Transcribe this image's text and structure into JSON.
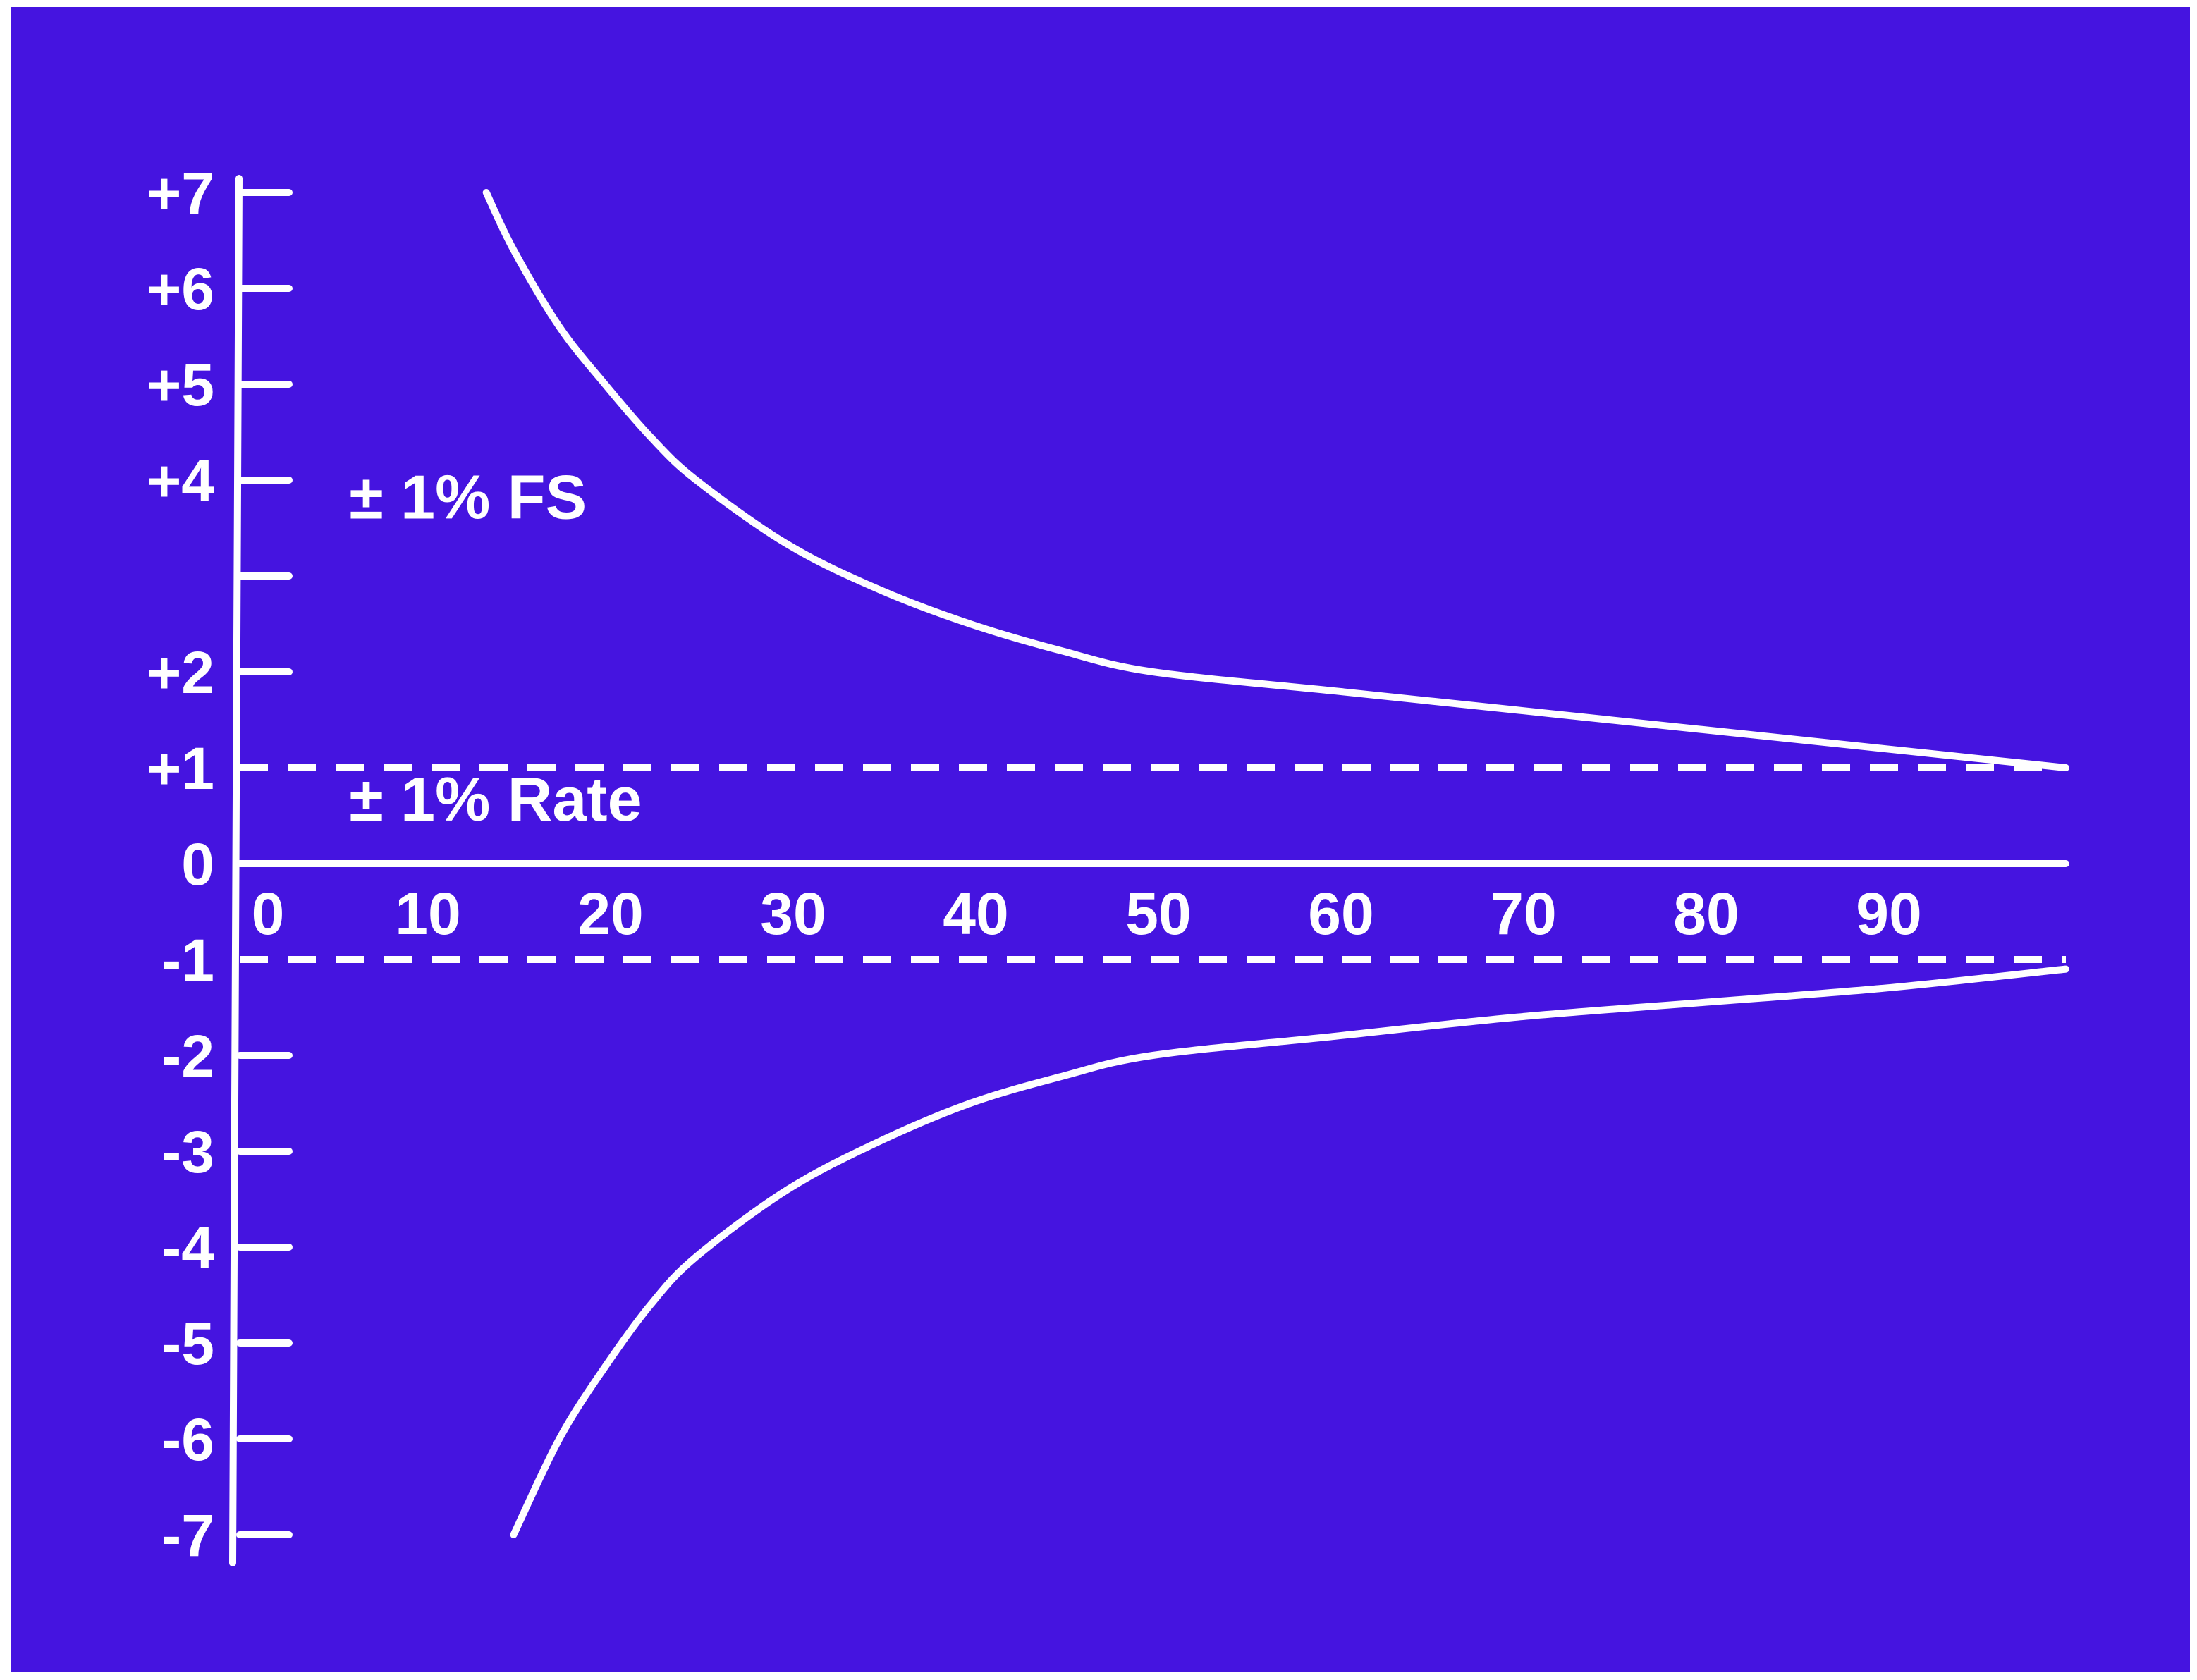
{
  "chart_data": {
    "type": "line",
    "title": "",
    "xlabel": "",
    "ylabel": "",
    "xlim": [
      0,
      100
    ],
    "ylim": [
      -7,
      7
    ],
    "x_ticks": [
      {
        "value": 0,
        "label": "0"
      },
      {
        "value": 10,
        "label": "10"
      },
      {
        "value": 20,
        "label": "20"
      },
      {
        "value": 30,
        "label": "30"
      },
      {
        "value": 40,
        "label": "40"
      },
      {
        "value": 50,
        "label": "50"
      },
      {
        "value": 60,
        "label": "60"
      },
      {
        "value": 70,
        "label": "70"
      },
      {
        "value": 80,
        "label": "80"
      },
      {
        "value": 90,
        "label": "90"
      }
    ],
    "y_ticks": [
      {
        "value": 7,
        "label": "+7"
      },
      {
        "value": 6,
        "label": "+6"
      },
      {
        "value": 5,
        "label": "+5"
      },
      {
        "value": 4,
        "label": "+4"
      },
      {
        "value": 3,
        "label": ""
      },
      {
        "value": 2,
        "label": "+2"
      },
      {
        "value": 1,
        "label": "+1"
      },
      {
        "value": 0,
        "label": "0"
      },
      {
        "value": -1,
        "label": "-1"
      },
      {
        "value": -2,
        "label": "-2"
      },
      {
        "value": -3,
        "label": "-3"
      },
      {
        "value": -4,
        "label": "-4"
      },
      {
        "value": -5,
        "label": "-5"
      },
      {
        "value": -6,
        "label": "-6"
      },
      {
        "value": -7,
        "label": "-7"
      }
    ],
    "series": [
      {
        "id": "fs-upper",
        "style": "solid",
        "x": [
          13.5,
          15,
          17.5,
          20,
          22.5,
          25,
          30,
          35,
          40,
          45,
          50,
          60,
          70,
          80,
          90,
          100
        ],
        "y": [
          7.0,
          6.4,
          5.6,
          5.0,
          4.45,
          4.0,
          3.33,
          2.86,
          2.5,
          2.22,
          2.0,
          1.8,
          1.6,
          1.4,
          1.2,
          1.0
        ]
      },
      {
        "id": "fs-lower",
        "style": "solid",
        "x": [
          15,
          17.5,
          20,
          22.5,
          25,
          30,
          35,
          40,
          45,
          50,
          60,
          70,
          80,
          90,
          100
        ],
        "y": [
          -7.0,
          -6.0,
          -5.25,
          -4.6,
          -4.1,
          -3.4,
          -2.9,
          -2.5,
          -2.22,
          -2.0,
          -1.8,
          -1.6,
          -1.45,
          -1.3,
          -1.1
        ]
      },
      {
        "id": "rate-upper",
        "style": "dashed",
        "x": [
          0,
          100
        ],
        "y": [
          1,
          1
        ]
      },
      {
        "id": "rate-lower",
        "style": "dashed",
        "x": [
          0,
          100
        ],
        "y": [
          -1,
          -1
        ]
      },
      {
        "id": "zero-line",
        "style": "solid",
        "x": [
          0,
          100
        ],
        "y": [
          0,
          0
        ]
      }
    ],
    "annotations": [
      {
        "text": "± 1% FS",
        "x": 6,
        "y": 3.6
      },
      {
        "text": "± 1% Rate",
        "x": 6,
        "y": 0.45
      }
    ],
    "grid": false,
    "colors": {
      "background": "#4514e0",
      "foreground": "#ffffff"
    }
  }
}
